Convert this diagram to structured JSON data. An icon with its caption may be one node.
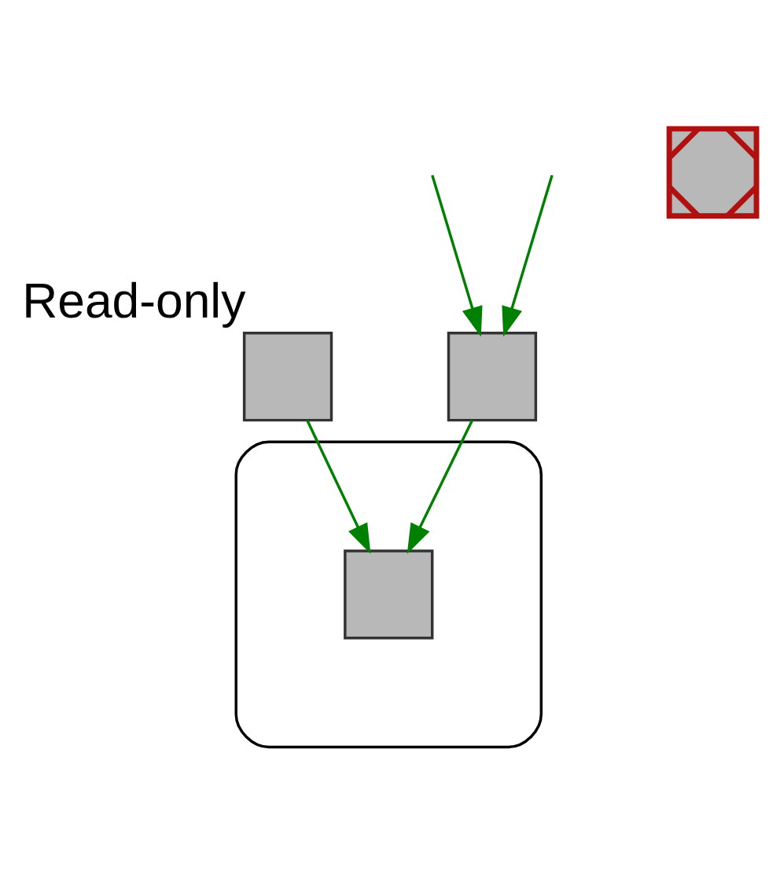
{
  "diagram": {
    "nodes": [
      {
        "text": [],
        "shape": "box",
        "beside": [
          "Read-only"
        ]
      },
      {
        "text": [],
        "shape": "box"
      },
      {
        "text": [],
        "shape": "crossed"
      },
      {
        "text": [],
        "shape": "box"
      },
      {
        "text": [],
        "shape": "box",
        "in": 3
      }
    ],
    "edges": [
      {
        "from": null,
        "to": 1,
        "arrow": "to"
      },
      {
        "from": null,
        "to": 1,
        "arrow": "to"
      },
      {
        "from": 1,
        "to": 4,
        "arrow": "to"
      },
      {
        "from": 0,
        "to": 4,
        "arrow": "to"
      }
    ]
  }
}
